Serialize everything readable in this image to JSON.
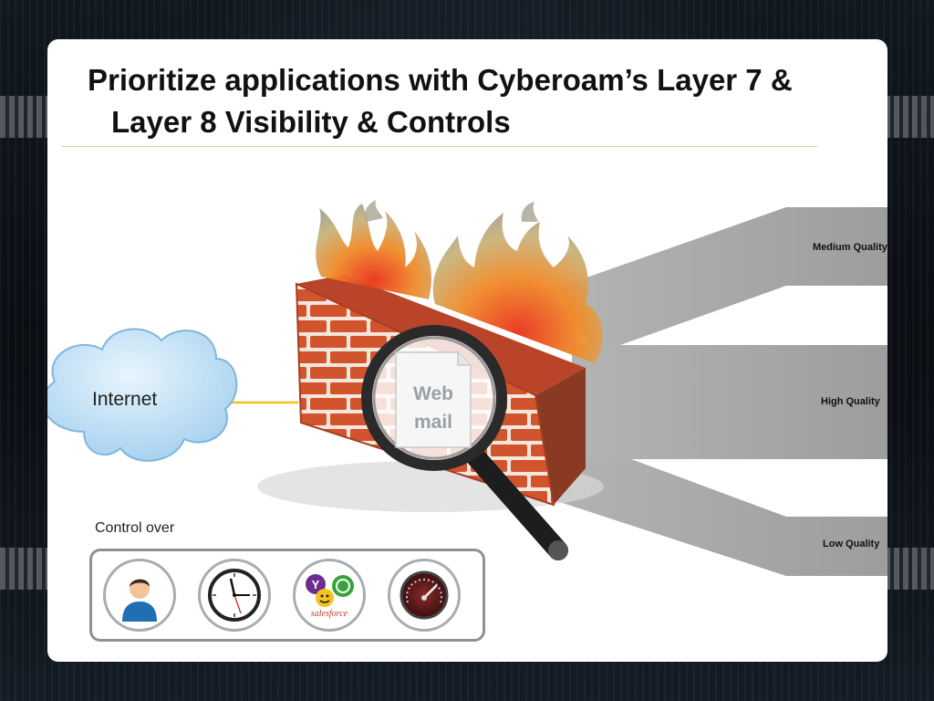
{
  "slide": {
    "title_line1": "Prioritize applications with Cyberoam’s Layer 7 &",
    "title_line2": "Layer 8 Visibility & Controls"
  },
  "diagram": {
    "internet_label": "Internet",
    "inspected_app": {
      "line1": "Web",
      "line2": "mail"
    },
    "outputs": [
      {
        "label": "Medium Quality"
      },
      {
        "label": "High Quality"
      },
      {
        "label": "Low Quality"
      }
    ],
    "control_over_label": "Control over",
    "controls": [
      {
        "icon": "user-icon"
      },
      {
        "icon": "clock-icon"
      },
      {
        "icon": "applications-icon",
        "app_label": "salesforce"
      },
      {
        "icon": "speedometer-icon"
      }
    ]
  },
  "colors": {
    "brick": "#d2542c",
    "mortar": "#f3e6dc",
    "beam": "#a9a9a9",
    "cloud": "#bfe0f6",
    "link": "#f2c318"
  }
}
